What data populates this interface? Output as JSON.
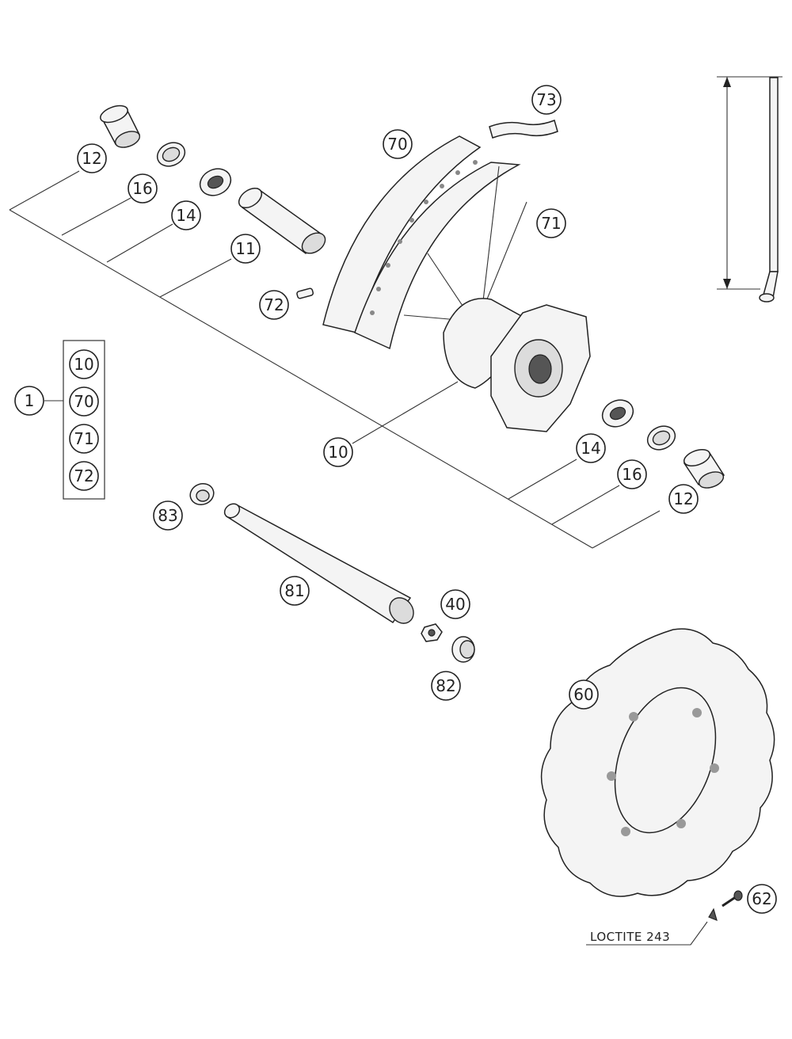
{
  "diagram": {
    "callouts": {
      "c12_top": "12",
      "c16_top": "16",
      "c14_top": "14",
      "c11": "11",
      "c72_top": "72",
      "c70_top": "70",
      "c73": "73",
      "c71_top": "71",
      "c1": "1",
      "c10_group": "10",
      "c70_group": "70",
      "c71_group": "71",
      "c72_group": "72",
      "c10_hub": "10",
      "c14_bot": "14",
      "c16_bot": "16",
      "c12_bot": "12",
      "c83": "83",
      "c81": "81",
      "c40": "40",
      "c82": "82",
      "c60": "60",
      "c62": "62"
    },
    "note": "LOCTITE 243"
  }
}
